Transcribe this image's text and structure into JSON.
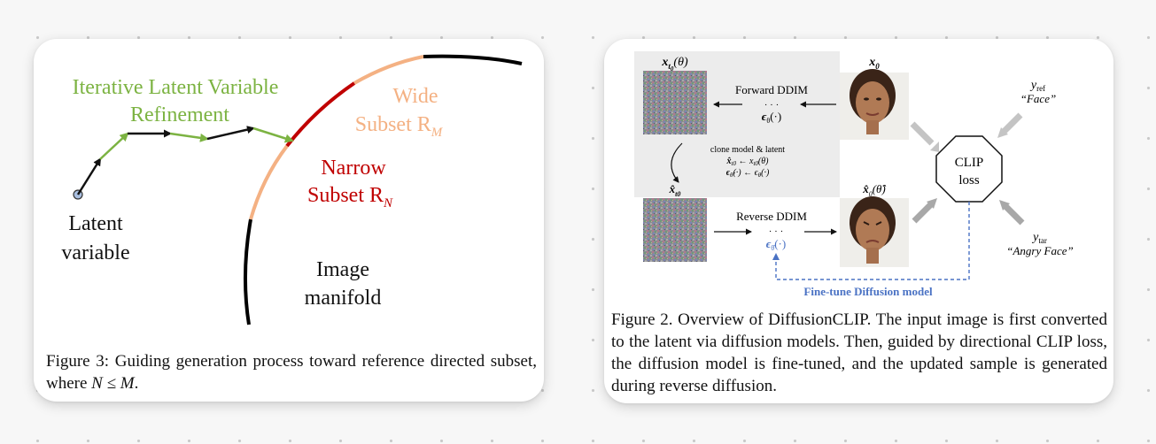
{
  "figure3": {
    "label_refinement_line1": "Iterative Latent Variable",
    "label_refinement_line2": "Refinement",
    "label_wide_line1": "Wide",
    "label_wide_line2": "Subset R",
    "label_wide_sub": "M",
    "label_narrow_line1": "Narrow",
    "label_narrow_line2": "Subset R",
    "label_narrow_sub": "N",
    "label_latent_line1": "Latent",
    "label_latent_line2": "variable",
    "label_manifold_line1": "Image",
    "label_manifold_line2": "manifold",
    "caption_text": "Figure 3: Guiding generation process toward reference directed subset, where ",
    "caption_math": "N ≤ M",
    "caption_end": "."
  },
  "figure2": {
    "label_xt0_theta": "x",
    "label_xt0_sub": "t",
    "label_xt0_arg": "(θ)",
    "label_x0": "x",
    "label_x0_sub": "0",
    "label_forward": "Forward DDIM",
    "label_dots": "· · ·",
    "label_eps_theta": "ϵ",
    "label_eps_arg": "(·)",
    "label_clone_title": "clone model & latent",
    "label_clone_line1": "x̂",
    "label_clone_line1_rest": " ← x",
    "label_clone_line2": "ϵ",
    "label_clone_line2_rest": "(·) ← ϵ",
    "label_xhat_t0": "x̂",
    "label_xhat0": "x̂",
    "label_xhat0_arg": "(θ̂)",
    "label_reverse": "Reverse DDIM",
    "label_clip_line1": "CLIP",
    "label_clip_line2": "loss",
    "label_yref": "y",
    "label_yref_sub": "ref",
    "label_yref_text": "“Face”",
    "label_ytar": "y",
    "label_ytar_sub": "tar",
    "label_ytar_text": "“Angry Face”",
    "label_finetune": "Fine-tune Diffusion model",
    "caption_text": "Figure 2. Overview of DiffusionCLIP. The input image is first converted to the latent via diffusion models. Then, guided by directional CLIP loss, the diffusion model is fine-tuned, and the updated sample is generated during reverse diffusion.",
    "colors": {
      "finetune_blue": "#4a72c4",
      "arrow_gray": "#c4c4c4"
    }
  },
  "colors": {
    "green": "#7cb342",
    "orange": "#f4b183",
    "red": "#c00000",
    "latent_point": "#a9bfe0"
  }
}
